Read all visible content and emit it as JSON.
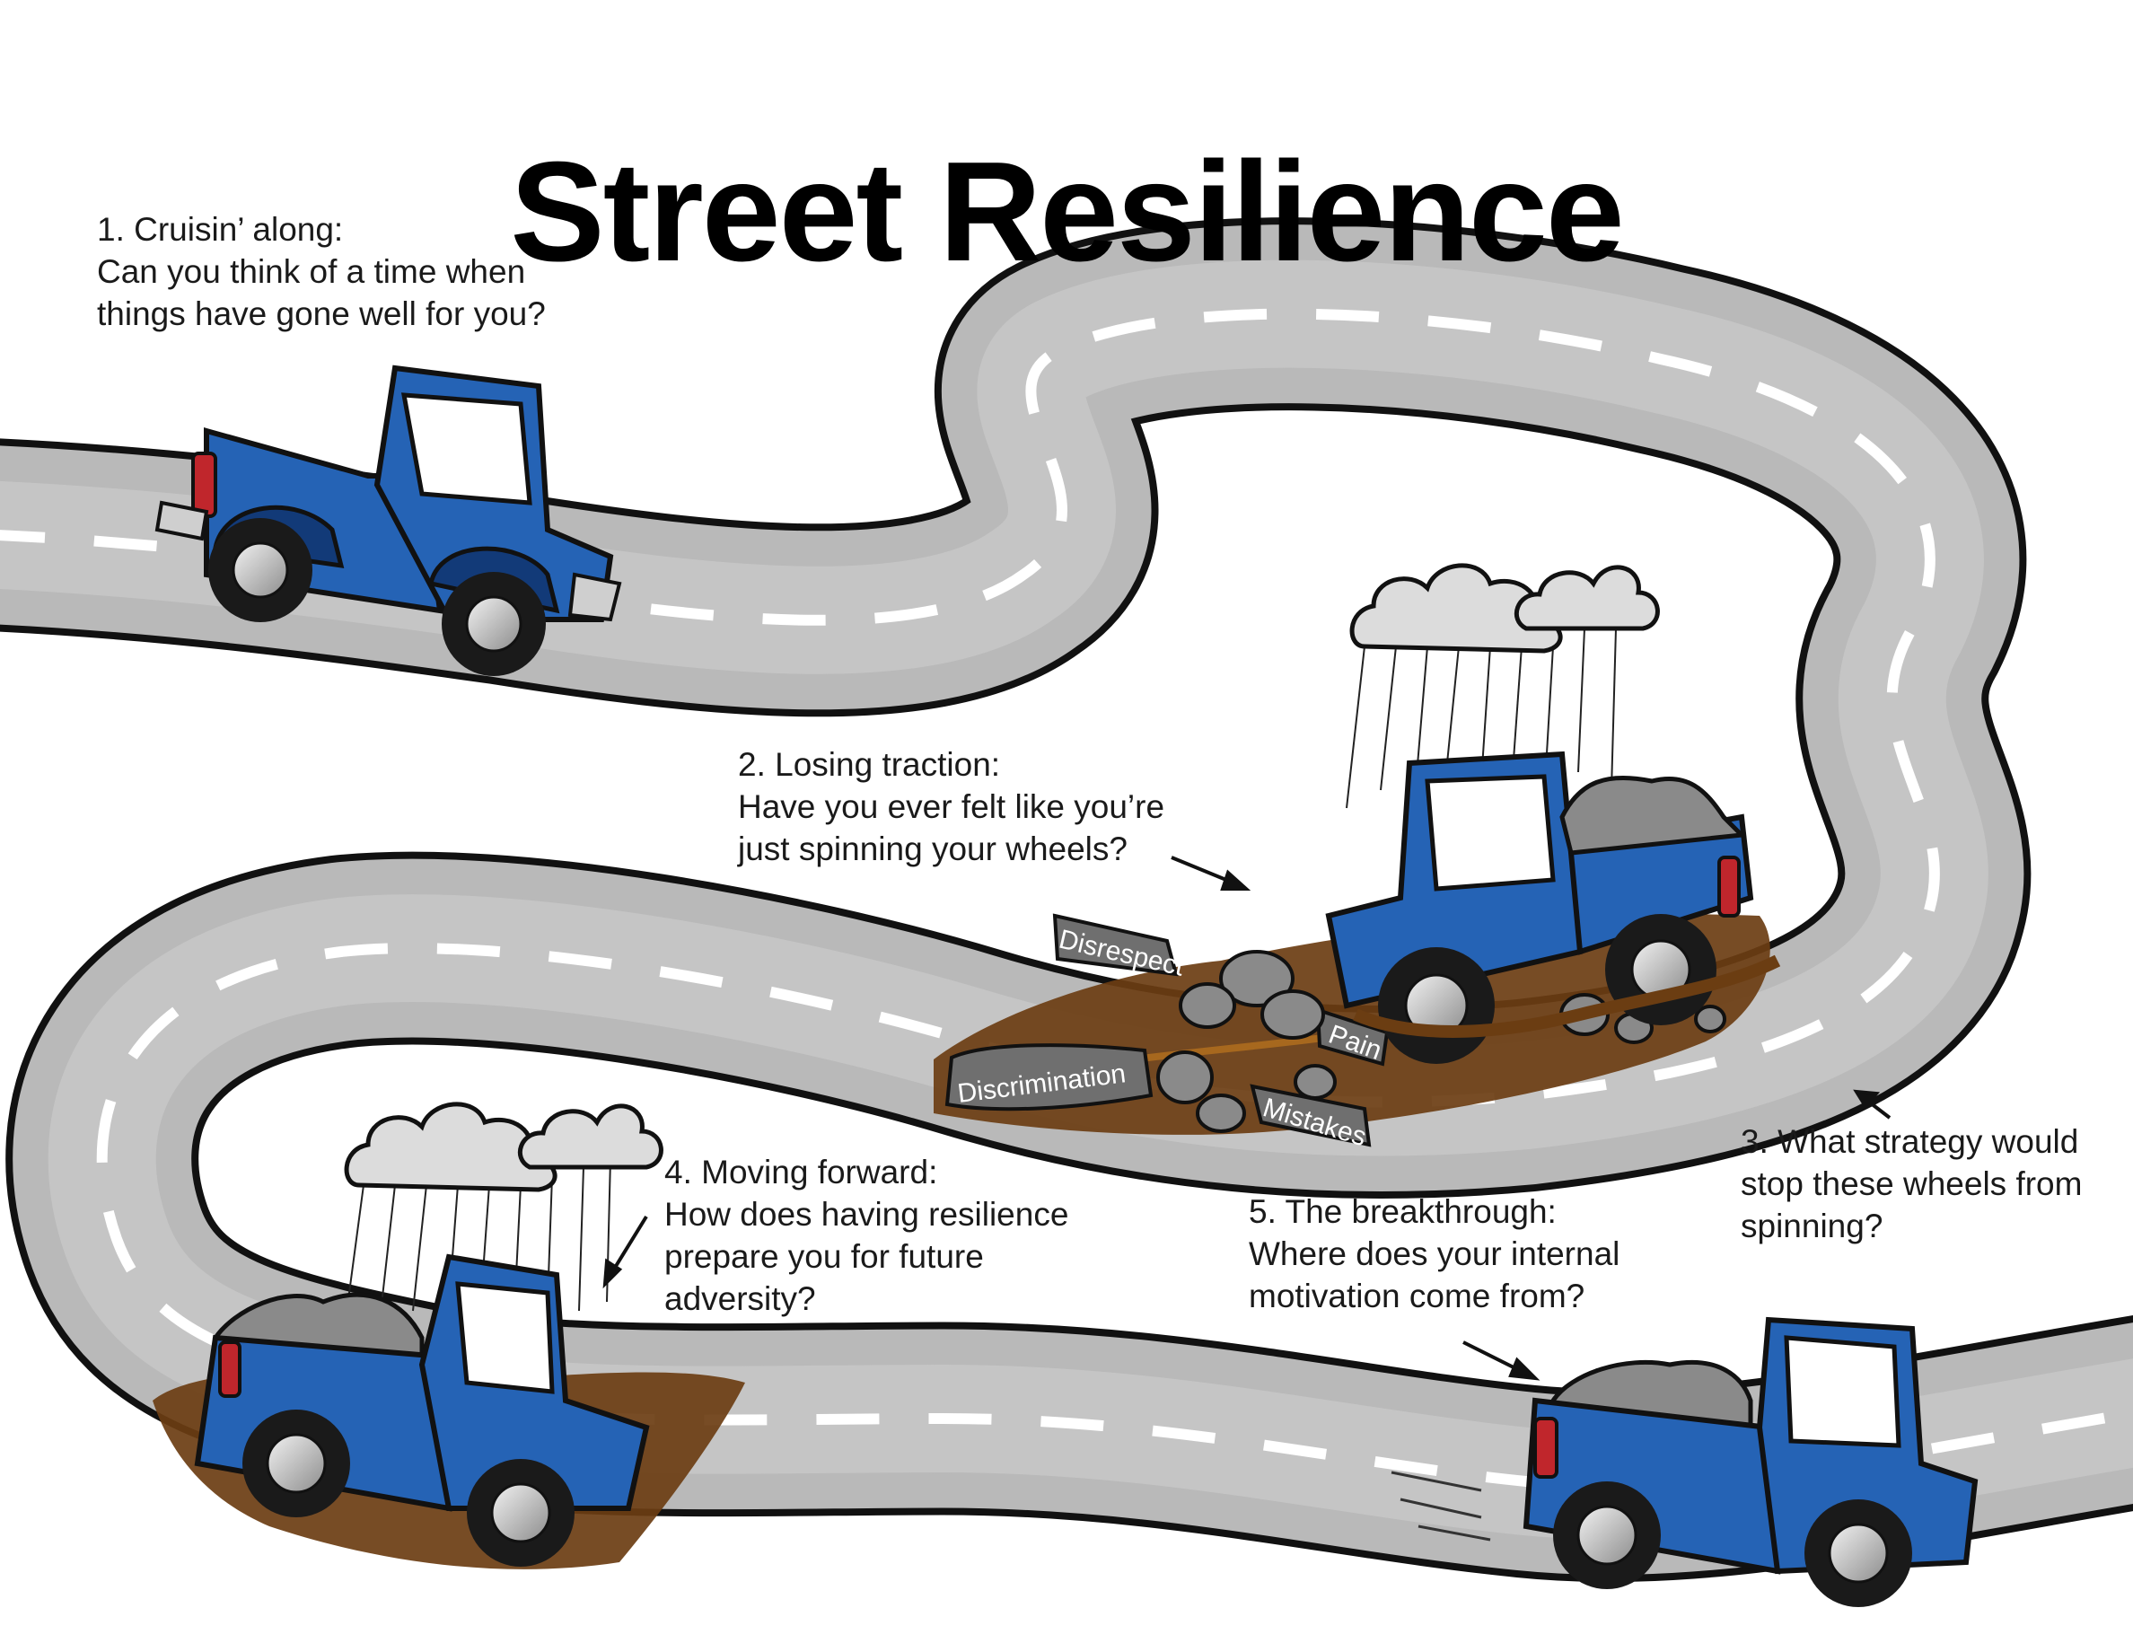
{
  "title": "Street Resilience",
  "colors": {
    "road": "#b9b9b9",
    "road_edge": "#111111",
    "lane": "#ffffff",
    "truck": "#2563b5",
    "truck_dark": "#123a78",
    "mud": "#6b3d12",
    "rock": "#8a8a8a",
    "cloud": "#dcdcdc"
  },
  "steps": [
    {
      "heading": "1. Cruisin’ along:",
      "lines": [
        "Can you think of a time when",
        "things have gone well for you?"
      ]
    },
    {
      "heading": "2. Losing traction:",
      "lines": [
        "Have you ever felt like you’re",
        "just spinning your wheels?"
      ]
    },
    {
      "heading": "3. What strategy would",
      "lines": [
        "stop these wheels from",
        "spinning?"
      ]
    },
    {
      "heading": "4. Moving forward:",
      "lines": [
        "How does having resilience",
        "prepare you for future",
        "adversity?"
      ]
    },
    {
      "heading": "5. The breakthrough:",
      "lines": [
        "Where does your internal",
        "motivation come from?"
      ]
    }
  ],
  "rocks": [
    "Disrespect",
    "Pain",
    "Discrimination",
    "Mistakes"
  ],
  "icons": [
    "pickup-truck-icon",
    "rain-cloud-icon",
    "rock-icon",
    "arrow-icon"
  ]
}
